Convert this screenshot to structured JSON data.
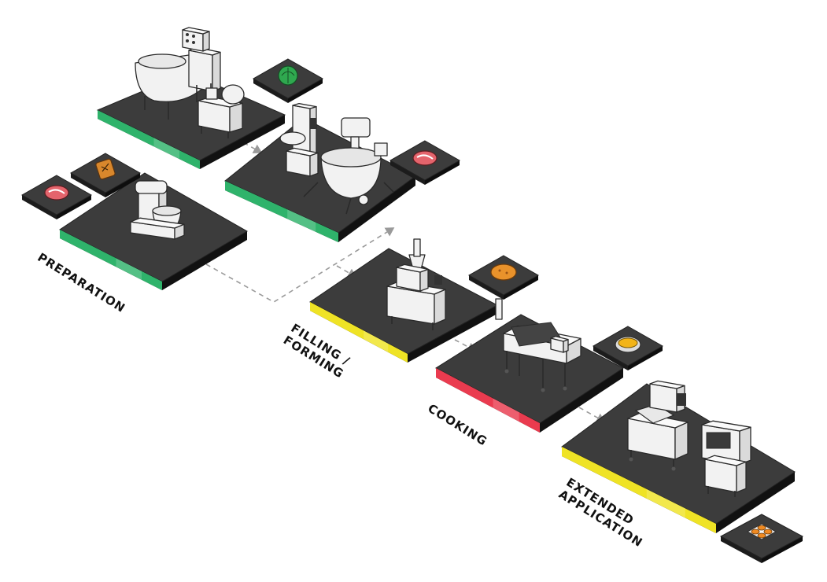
{
  "colors": {
    "platform_top": "#3c3c3c",
    "platform_side": "#1e1e1e",
    "green": "#2fb36b",
    "yellow": "#efe325",
    "red": "#ea3b4f",
    "arrow": "#9a9a9a",
    "machine_fill": "#f2f2f2",
    "machine_stroke": "#2a2a2a"
  },
  "stages": [
    {
      "id": "preparation",
      "label_lines": [
        "PREPARATION"
      ],
      "accent": "green"
    },
    {
      "id": "filling",
      "label_lines": [
        "FILLING /",
        "FORMING"
      ],
      "accent": "yellow"
    },
    {
      "id": "cooking",
      "label_lines": [
        "COOKING"
      ],
      "accent": "red"
    },
    {
      "id": "extended",
      "label_lines": [
        "EXTENDED",
        "APPLICATION"
      ],
      "accent": "yellow"
    }
  ],
  "platforms": [
    {
      "name": "platform-vegetable-processing",
      "accent": "green",
      "machines": [
        "tilting-mixer-icon",
        "vegetable-cutter-icon"
      ]
    },
    {
      "name": "platform-meat-processing",
      "accent": "green",
      "machines": [
        "meat-grinder-icon",
        "cooking-kettle-mixer-icon"
      ]
    },
    {
      "name": "platform-preparation",
      "accent": "green",
      "machines": [
        "planetary-mixer-icon"
      ]
    },
    {
      "name": "platform-filling-forming",
      "accent": "yellow",
      "machines": [
        "filling-forming-machine-icon"
      ]
    },
    {
      "name": "platform-cooking",
      "accent": "red",
      "machines": [
        "conveyor-fryer-icon"
      ]
    },
    {
      "name": "platform-extended-application",
      "accent": "yellow",
      "machines": [
        "packaging-machine-icon",
        "oven-icon"
      ]
    }
  ],
  "ingredient_tiles": [
    {
      "name": "cabbage-tile",
      "icon": "cabbage-icon"
    },
    {
      "name": "meat-tile-right",
      "icon": "meat-icon"
    },
    {
      "name": "flour-bag-tile",
      "icon": "flour-bag-icon"
    },
    {
      "name": "meat-tile-left",
      "icon": "meat-icon"
    },
    {
      "name": "fried-dumpling-tile",
      "icon": "fried-dumpling-icon"
    },
    {
      "name": "soup-bowl-tile",
      "icon": "soup-bowl-icon"
    },
    {
      "name": "packaged-tray-tile",
      "icon": "packaged-tray-icon"
    }
  ]
}
